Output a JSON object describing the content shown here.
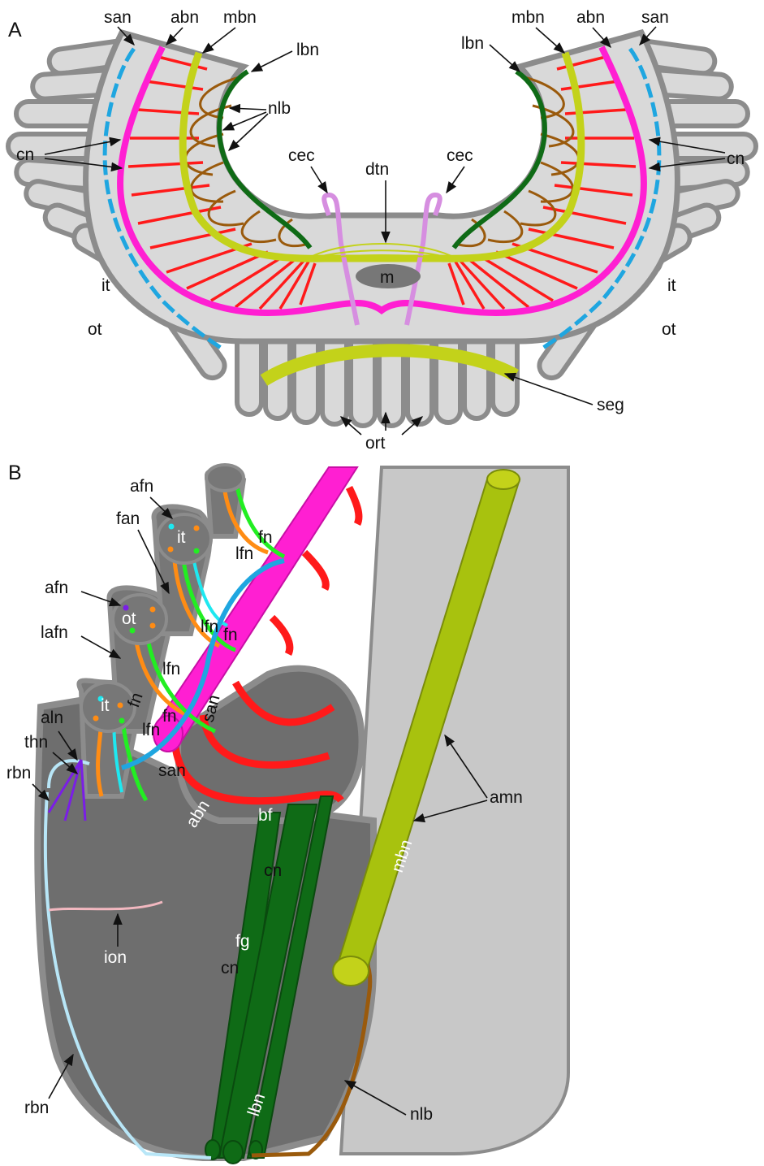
{
  "panel_a": {
    "panel_letter": "A",
    "labels": {
      "san_left": "san",
      "abn_left": "abn",
      "mbn_left": "mbn",
      "lbn_left": "lbn",
      "nlb": "nlb",
      "cn_left": "cn",
      "cec_left": "cec",
      "dtn": "dtn",
      "cec_right": "cec",
      "lbn_right": "lbn",
      "mbn_right": "mbn",
      "abn_right": "abn",
      "san_right": "san",
      "cn_right": "cn",
      "m": "m",
      "it_left": "it",
      "ot_left": "ot",
      "it_right": "it",
      "ot_right": "ot",
      "seg": "seg",
      "ort": "ort"
    }
  },
  "panel_b": {
    "panel_letter": "B",
    "labels": {
      "afn_top": "afn",
      "fan": "fan",
      "afn_mid": "afn",
      "lafn": "lafn",
      "aln": "aln",
      "thn": "thn",
      "rbn_upper": "rbn",
      "it_top": "it",
      "ot": "ot",
      "it_low": "it",
      "lfn_1": "lfn",
      "fn_1": "fn",
      "lfn_2": "lfn",
      "fn_2": "fn",
      "lfn_3": "lfn",
      "lfn_4": "lfn",
      "fn_3": "fn",
      "san_vert": "san",
      "san_horiz": "san",
      "fn_4": "fn",
      "abn": "abn",
      "mbn": "mbn",
      "amn": "amn",
      "bf": "bf",
      "cn_upper": "cn",
      "fg": "fg",
      "cn_lower": "cn",
      "ion": "ion",
      "lbn": "lbn",
      "rbn_lower": "rbn",
      "nlb": "nlb"
    }
  },
  "colors": {
    "abn": "#ff1fd2",
    "mbn": "#c3d21a",
    "lbn": "#0f6b16",
    "nlb": "#9a5a0c",
    "cn": "#ff1a1a",
    "san": "#1fa6e0",
    "cec": "#d68ee0",
    "fn": "#22ee22",
    "lfn": "#ff8c14",
    "afn": "#1ee8f0",
    "aln": "#7a1ee6",
    "rbn": "#b8e6f7",
    "ion": "#f2b8c0",
    "tissue": "#d9d9d9",
    "outline": "#8c8c8c",
    "dark_tissue": "#6e6e6e"
  }
}
